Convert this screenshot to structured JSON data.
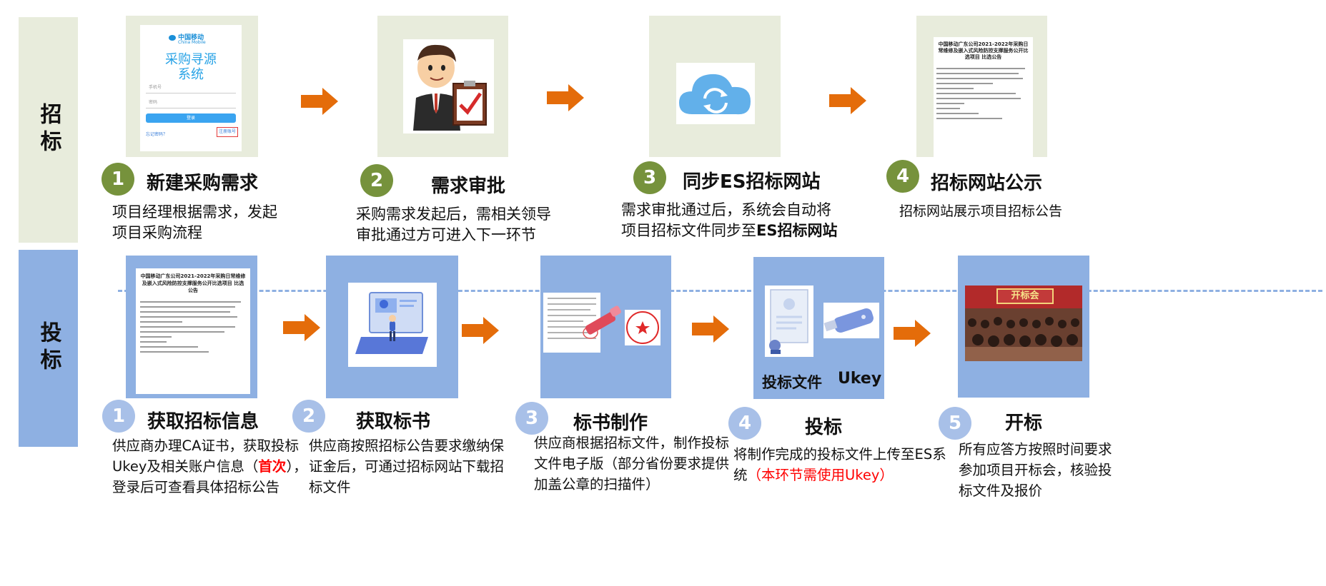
{
  "rows": {
    "bidding_label": "招标",
    "tendering_label": "投标"
  },
  "bidding_steps": [
    {
      "num": "1",
      "title": "新建采购需求",
      "desc_lines": [
        "项目经理根据需求，发起",
        "项目采购流程"
      ]
    },
    {
      "num": "2",
      "title": "需求审批",
      "desc_lines": [
        "采购需求发起后，需相关领导",
        "审批通过方可进入下一环节"
      ]
    },
    {
      "num": "3",
      "title": "同步ES招标网站",
      "desc_line1": "需求审批通过后，系统会自动将",
      "desc_line2_a": "项目招标文件同步至",
      "desc_line2_b": "ES招标网站"
    },
    {
      "num": "4",
      "title": "招标网站公示",
      "desc_lines": [
        "招标网站展示项目招标公告"
      ]
    }
  ],
  "tender_steps": [
    {
      "num": "1",
      "title": "获取招标信息",
      "desc_line1": "供应商办理CA证书，获取投标",
      "desc_line2_a": "Ukey及相关账户信息（",
      "desc_line2_b": "首次",
      "desc_line2_c": "），",
      "desc_line3": "登录后可查看具体招标公告"
    },
    {
      "num": "2",
      "title": "获取标书",
      "desc_lines": [
        "供应商按照招标公告要求缴纳保",
        "证金后，可通过招标网站下载招",
        "标文件"
      ]
    },
    {
      "num": "3",
      "title": "标书制作",
      "desc_lines": [
        "供应商根据招标文件，制作投标",
        "文件电子版（部分省份要求提供",
        "加盖公章的扫描件）"
      ]
    },
    {
      "num": "4",
      "title": "投标",
      "desc_line1": "将制作完成的投标文件上传至ES系",
      "desc_line2_a": "统",
      "desc_line2_b": "（本环节需使用Ukey）"
    },
    {
      "num": "5",
      "title": "开标",
      "desc_lines": [
        "所有应答方按照时间要求",
        "参加项目开标会，核验投",
        "标文件及报价"
      ]
    }
  ],
  "login_mock": {
    "brand_cn": "中国移动",
    "brand_en": "China Mobile",
    "system_title_1": "采购寻源",
    "system_title_2": "系统",
    "username_placeholder": "手机号",
    "password_placeholder": "密码",
    "login_button": "登录",
    "forgot_link": "忘记密码？",
    "register_link": "注册账号"
  },
  "notice_mock": {
    "title": "中国移动广东公司2021-2022年采购日常维修及嵌入式风险防控支撑服务公开比选项目 比选公告"
  },
  "bid_file_labels": {
    "file": "投标文件",
    "ukey": "Ukey"
  },
  "opening_banner": "开标会",
  "colors": {
    "green_card": "#e8ecdc",
    "blue_card": "#8eb0e2",
    "green_num": "#76923c",
    "blue_num": "#a8c0e8",
    "arrow": "#e46c0a",
    "red": "#ff0000"
  }
}
